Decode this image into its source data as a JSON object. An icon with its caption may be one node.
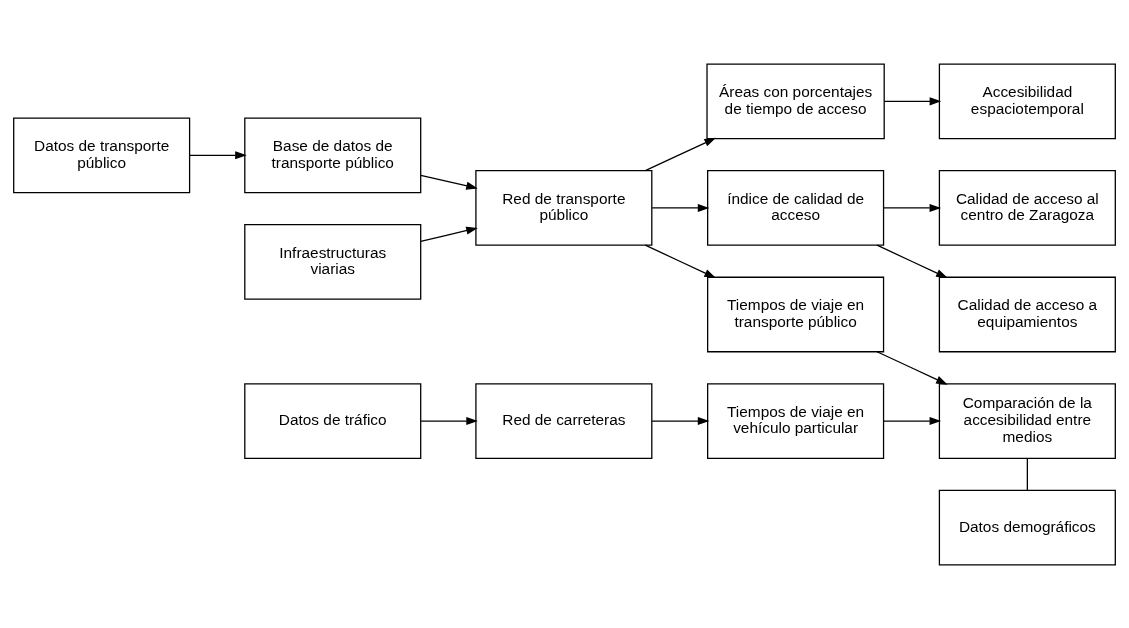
{
  "diagram": {
    "nodes": [
      {
        "text": [
          "Datos de transporte público"
        ]
      },
      {
        "text": [
          "Base de datos de transporte público"
        ]
      },
      {
        "text": [
          "Infraestructuras viarias"
        ]
      },
      {
        "text": [
          "Red de transporte público"
        ]
      },
      {
        "text": [
          "Áreas con porcentajes de tiempo de acceso"
        ]
      },
      {
        "text": [
          "Accesibilidad espaciotemporal"
        ]
      },
      {
        "text": [
          "índice de calidad de acceso"
        ]
      },
      {
        "text": [
          "Calidad de acceso al centro de Zaragoza"
        ]
      },
      {
        "text": [
          "Calidad de acceso a equipamientos"
        ]
      },
      {
        "text": [
          "Tiempos de viaje en transporte público"
        ]
      },
      {
        "text": [
          "Comparación de la accesibilidad entre medios"
        ]
      },
      {
        "text": [
          "Datos de tráfico"
        ]
      },
      {
        "text": [
          "Red de carreteras"
        ]
      },
      {
        "text": [
          "Tiempos de viaje en vehículo particular"
        ]
      },
      {
        "text": [
          "Datos demográficos"
        ]
      }
    ],
    "edges": [
      {
        "from": 0,
        "to": 1,
        "arrow": "to"
      },
      {
        "from": 1,
        "to": 3,
        "arrow": "to"
      },
      {
        "from": 2,
        "to": 3,
        "arrow": "to"
      },
      {
        "from": 3,
        "to": 4,
        "arrow": "to"
      },
      {
        "from": 3,
        "to": 6,
        "arrow": "to"
      },
      {
        "from": 3,
        "to": 9,
        "arrow": "to"
      },
      {
        "from": 4,
        "to": 5,
        "arrow": "to"
      },
      {
        "from": 6,
        "to": 7,
        "arrow": "to"
      },
      {
        "from": 6,
        "to": 8,
        "arrow": "to"
      },
      {
        "from": 9,
        "to": 10,
        "arrow": "to"
      },
      {
        "from": 11,
        "to": 12,
        "arrow": "to"
      },
      {
        "from": 12,
        "to": 13,
        "arrow": "to"
      },
      {
        "from": 13,
        "to": 10,
        "arrow": "to"
      },
      {
        "from": 10,
        "to": 14,
        "arrow": "none"
      }
    ]
  }
}
